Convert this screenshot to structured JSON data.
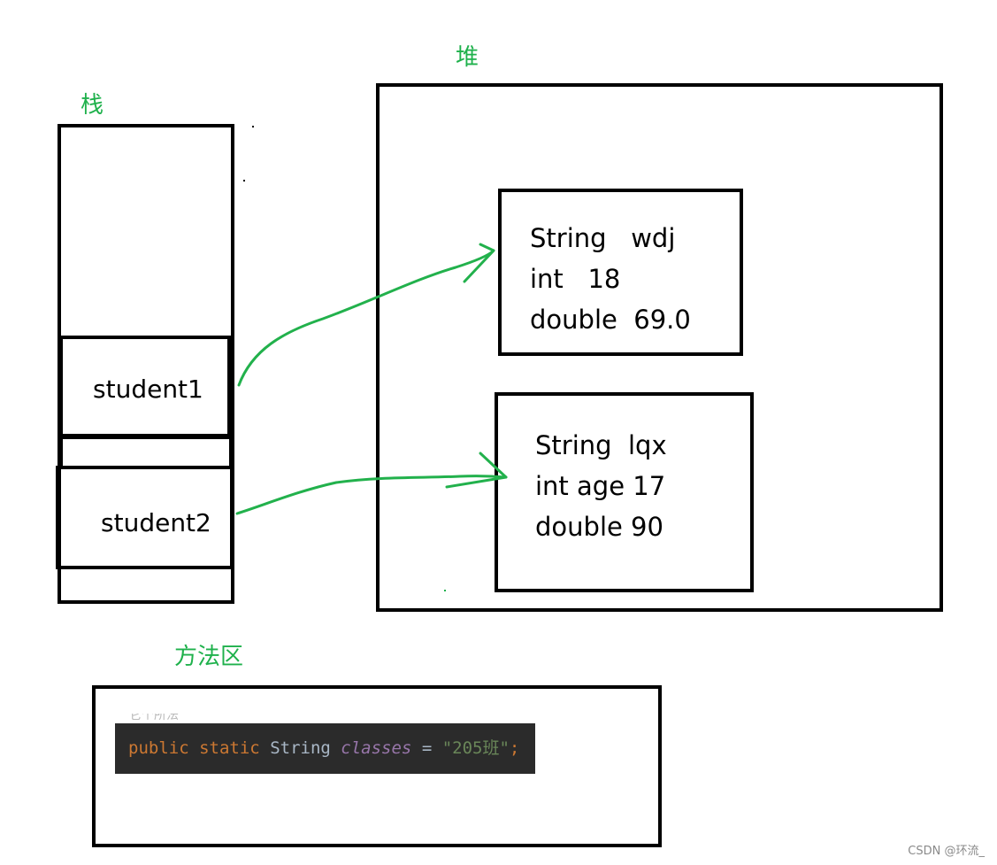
{
  "labels": {
    "stack": "栈",
    "heap": "堆",
    "method_area": "方法区"
  },
  "stack": {
    "slots": [
      {
        "name": "student1"
      },
      {
        "name": "student2"
      }
    ]
  },
  "heap": {
    "objects": [
      {
        "lines": [
          "String   wdj",
          "int   18",
          "double  69.0"
        ]
      },
      {
        "lines": [
          "String  lqx",
          "int age 17",
          "double 90"
        ]
      }
    ]
  },
  "method_area": {
    "clipped_text": "它个所法",
    "code": {
      "keyword_public": "public",
      "keyword_static": "static",
      "type": "String",
      "field": "classes",
      "operator": "=",
      "value": "\"205班\"",
      "terminator": ";"
    }
  },
  "watermark": "CSDN @环流_",
  "colors": {
    "label_green": "#1fb14c",
    "arrow_green": "#22b14c",
    "code_bg": "#2b2b2b",
    "code_keyword": "#cc7832",
    "code_type": "#a9b7c6",
    "code_field": "#9876aa",
    "code_string": "#6a8759"
  }
}
